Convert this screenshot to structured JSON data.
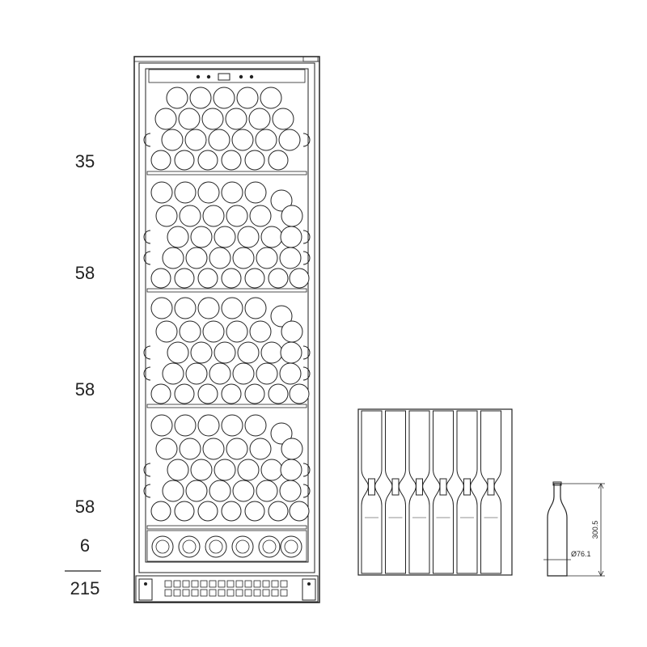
{
  "capacity_labels": [
    {
      "key": "top",
      "value": "35"
    },
    {
      "key": "upper",
      "value": "58"
    },
    {
      "key": "middle",
      "value": "58"
    },
    {
      "key": "lower",
      "value": "58"
    },
    {
      "key": "bottom",
      "value": "6"
    }
  ],
  "total_label": "215",
  "bottle": {
    "height_label": "300.5",
    "diameter_label": "Ø76.1"
  }
}
